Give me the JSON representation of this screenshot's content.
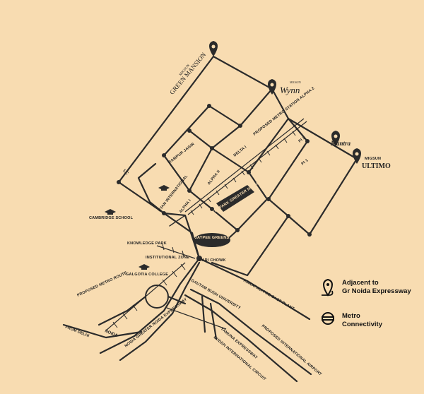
{
  "labels": {
    "lc": "LC",
    "rampur_jagir": "RAMPUR JAGIR",
    "delta1": "DELTA I",
    "alpha2": "ALPHA II",
    "alpha1": "ALPHA I",
    "ryan": "RYAN INTERNATIONAL",
    "city_park": "CITY PARK GREATER NOIDA",
    "proposed_metro_station": "PROPOSED METRO STATION ALPHA 2",
    "pi2": "PI 2",
    "pi1": "PI 1",
    "cambridge": "CAMBRIDGE SCHOOL",
    "knowledge_park": "KNOWLEDGE PARK",
    "institutional_zone": "INSTITUTIONAL ZONE",
    "galgotia": "GALGOTIA COLLEGE",
    "jaypee": "JAYPEE GREENS",
    "pari_chowk": "PARI CHOWK",
    "proposed_metro_route": "PROPOSED METRO ROUTE",
    "gautam_budh_univ": "GAUTAM BUDH UNIVERSITY",
    "amrapali": "AMRAPALI PRE CAST PLANT",
    "from_delhi": "FROM DELHI",
    "noida": "NOIDA",
    "expressway": "NOIDA GREATER NOIDA EXPRESSWAY",
    "yamuna": "YAMUNA EXPRESSWAY",
    "buddh_circuit": "BUDDH INTERNATIONAL CIRCUIT",
    "proposed_airport": "PROPOSED INTERNATIONAL AIRPORT"
  },
  "brands": {
    "green_mansion": "GREEN MANSION",
    "green_mansion_top": "MIGSUN",
    "wynn_top": "MIGSUN",
    "wynn": "Wynn",
    "mantra": "Mantra",
    "ultimo_top": "MIGSUN",
    "ultimo": "ULTIMO"
  },
  "legend": {
    "expressway_line1": "Adjacent to",
    "expressway_line2": "Gr Noida Expressway",
    "metro_line1": "Metro",
    "metro_line2": "Connectivity"
  },
  "icons": [
    "location-pin-icon",
    "graduation-cap-icon",
    "metro-icon",
    "route-pin-icon"
  ],
  "colors": {
    "background": "#f8dcb1",
    "ink": "#2b2b2b"
  }
}
